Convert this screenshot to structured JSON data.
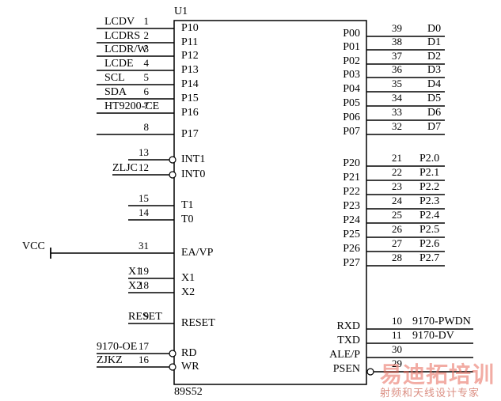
{
  "chip": {
    "ref": "U1",
    "part": "89S52"
  },
  "left_pins": [
    {
      "num": "1",
      "name": "P10",
      "net": "LCDV"
    },
    {
      "num": "2",
      "name": "P11",
      "net": "LCDRS"
    },
    {
      "num": "3",
      "name": "P12",
      "net": "LCDR/W"
    },
    {
      "num": "4",
      "name": "P13",
      "net": "LCDE"
    },
    {
      "num": "5",
      "name": "P14",
      "net": "SCL"
    },
    {
      "num": "6",
      "name": "P15",
      "net": "SDA"
    },
    {
      "num": "7",
      "name": "P16",
      "net": "HT9200-CE"
    },
    {
      "num": "8",
      "name": "P17",
      "net": ""
    },
    {
      "num": "13",
      "name": "INT1",
      "net": ""
    },
    {
      "num": "12",
      "name": "INT0",
      "net": "ZLJC"
    },
    {
      "num": "15",
      "name": "T1",
      "net": ""
    },
    {
      "num": "14",
      "name": "T0",
      "net": ""
    },
    {
      "num": "31",
      "name": "EA/VP",
      "net": "VCC"
    },
    {
      "num": "19",
      "name": "X1",
      "net": "X1"
    },
    {
      "num": "18",
      "name": "X2",
      "net": "X2"
    },
    {
      "num": "9",
      "name": "RESET",
      "net": "RESET"
    },
    {
      "num": "17",
      "name": "RD",
      "net": "9170-OE"
    },
    {
      "num": "16",
      "name": "WR",
      "net": "ZJKZ"
    }
  ],
  "right_pins": [
    {
      "num": "39",
      "name": "P00",
      "net": "D0"
    },
    {
      "num": "38",
      "name": "P01",
      "net": "D1"
    },
    {
      "num": "37",
      "name": "P02",
      "net": "D2"
    },
    {
      "num": "36",
      "name": "P03",
      "net": "D3"
    },
    {
      "num": "35",
      "name": "P04",
      "net": "D4"
    },
    {
      "num": "34",
      "name": "P05",
      "net": "D5"
    },
    {
      "num": "33",
      "name": "P06",
      "net": "D6"
    },
    {
      "num": "32",
      "name": "P07",
      "net": "D7"
    },
    {
      "num": "21",
      "name": "P20",
      "net": "P2.0"
    },
    {
      "num": "22",
      "name": "P21",
      "net": "P2.1"
    },
    {
      "num": "23",
      "name": "P22",
      "net": "P2.2"
    },
    {
      "num": "24",
      "name": "P23",
      "net": "P2.3"
    },
    {
      "num": "25",
      "name": "P24",
      "net": "P2.4"
    },
    {
      "num": "26",
      "name": "P25",
      "net": "P2.5"
    },
    {
      "num": "27",
      "name": "P26",
      "net": "P2.6"
    },
    {
      "num": "28",
      "name": "P27",
      "net": "P2.7"
    },
    {
      "num": "10",
      "name": "RXD",
      "net": "9170-PWDN"
    },
    {
      "num": "11",
      "name": "TXD",
      "net": "9170-DV"
    },
    {
      "num": "30",
      "name": "ALE/P",
      "net": ""
    },
    {
      "num": "29",
      "name": "PSEN",
      "net": ""
    }
  ],
  "watermark": {
    "title": "易迪拓培训",
    "subtitle": "射频和天线设计专家"
  }
}
